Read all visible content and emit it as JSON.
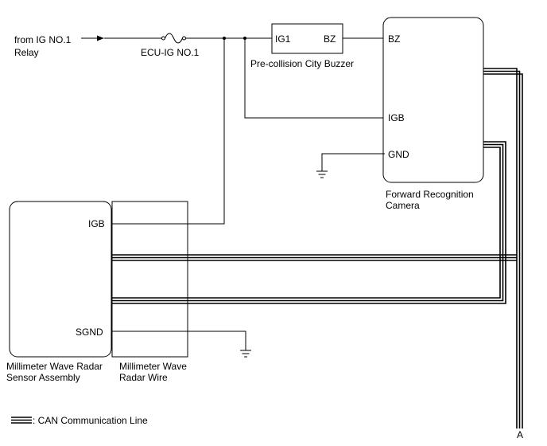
{
  "source": {
    "line1": "from IG NO.1",
    "line2": "Relay"
  },
  "fuse": {
    "label": "ECU-IG NO.1"
  },
  "buzzer": {
    "pin_ig1": "IG1",
    "pin_bz": "BZ",
    "label": "Pre-collision City Buzzer"
  },
  "camera": {
    "pin_bz": "BZ",
    "pin_igb": "IGB",
    "pin_gnd": "GND",
    "label_line1": "Forward Recognition",
    "label_line2": "Camera"
  },
  "radar": {
    "pin_igb": "IGB",
    "pin_sgnd": "SGND",
    "label_line1": "Millimeter Wave Radar",
    "label_line2": "Sensor Assembly"
  },
  "wire": {
    "label_line1": "Millimeter Wave",
    "label_line2": "Radar Wire"
  },
  "legend": {
    "text": ": CAN Communication Line"
  },
  "connector": {
    "label": "A"
  }
}
